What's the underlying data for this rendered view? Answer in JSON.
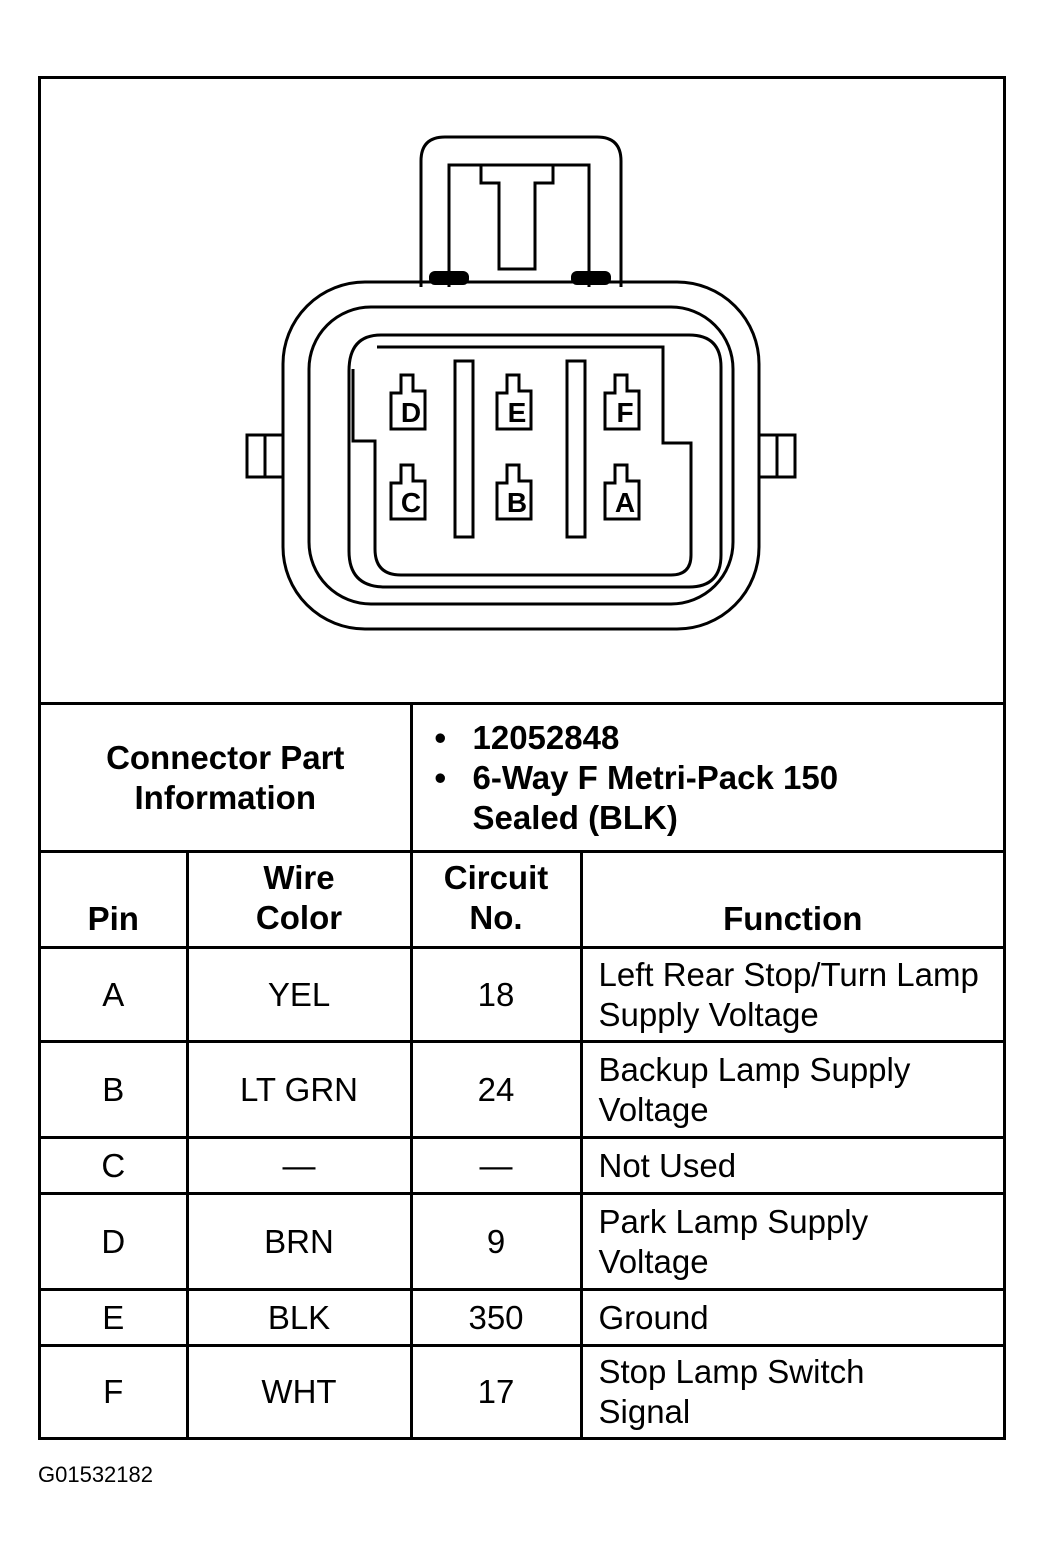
{
  "connector": {
    "pins_top_row": [
      "D",
      "E",
      "F"
    ],
    "pins_bottom_row": [
      "C",
      "B",
      "A"
    ]
  },
  "part_info": {
    "label": "Connector Part Information",
    "items": [
      "12052848",
      "6-Way F Metri-Pack 150 Sealed (BLK)"
    ]
  },
  "table": {
    "headers": [
      "Pin",
      "Wire Color",
      "Circuit No.",
      "Function"
    ],
    "rows": [
      {
        "pin": "A",
        "wire_color": "YEL",
        "circuit": "18",
        "function": "Left Rear Stop/Turn Lamp Supply Voltage"
      },
      {
        "pin": "B",
        "wire_color": "LT GRN",
        "circuit": "24",
        "function": "Backup Lamp Supply Voltage"
      },
      {
        "pin": "C",
        "wire_color": "—",
        "circuit": "—",
        "function": "Not Used"
      },
      {
        "pin": "D",
        "wire_color": "BRN",
        "circuit": "9",
        "function": "Park Lamp Supply Voltage"
      },
      {
        "pin": "E",
        "wire_color": "BLK",
        "circuit": "350",
        "function": "Ground"
      },
      {
        "pin": "F",
        "wire_color": "WHT",
        "circuit": "17",
        "function": "Stop Lamp Switch Signal"
      }
    ]
  },
  "figure_id": "G01532182"
}
